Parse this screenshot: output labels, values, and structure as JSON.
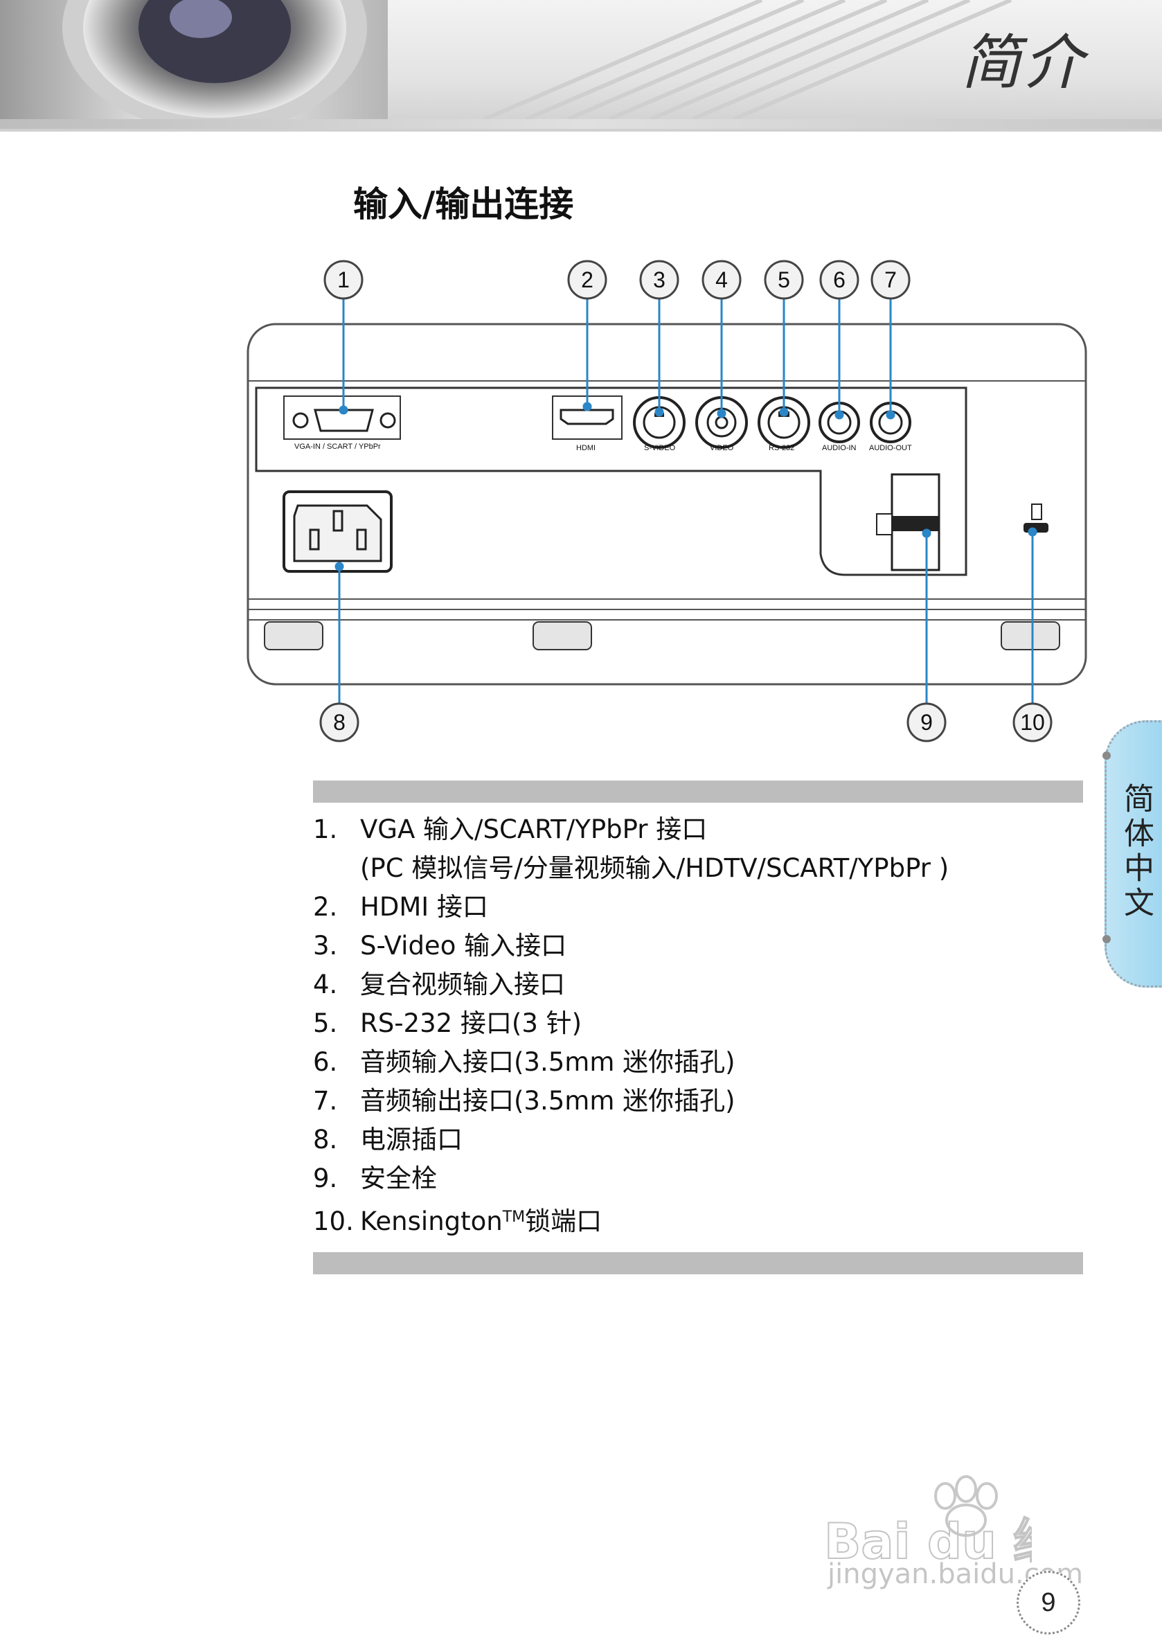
{
  "header": {
    "title": "简介"
  },
  "section": {
    "heading": "输入/输出连接"
  },
  "diagram": {
    "callouts": [
      "1",
      "2",
      "3",
      "4",
      "5",
      "6",
      "7",
      "8",
      "9",
      "10"
    ],
    "port_captions": {
      "vga": "VGA-IN / SCART / YPbPr",
      "hdmi": "HDMI",
      "svideo": "S-VIDEO",
      "video": "VIDEO",
      "rs232": "RS-232",
      "audio_in": "AUDIO-IN",
      "audio_out": "AUDIO-OUT"
    }
  },
  "legend": [
    {
      "num": "1.",
      "text": "VGA 输入/SCART/YPbPr 接口",
      "sub": "(PC 模拟信号/分量视频输入/HDTV/SCART/YPbPr )"
    },
    {
      "num": "2.",
      "text": "HDMI 接口"
    },
    {
      "num": "3.",
      "text": "S-Video 输入接口"
    },
    {
      "num": "4.",
      "text": "复合视频输入接口"
    },
    {
      "num": "5.",
      "text": "RS-232 接口(3 针)"
    },
    {
      "num": "6.",
      "text": "音频输入接口(3.5mm 迷你插孔)"
    },
    {
      "num": "7.",
      "text": "音频输出接口(3.5mm 迷你插孔)"
    },
    {
      "num": "8.",
      "text": "电源插口"
    },
    {
      "num": "9.",
      "text": "安全栓"
    },
    {
      "num": "10.",
      "text": "Kensington",
      "tm": "TM",
      "suffix": "锁端口"
    }
  ],
  "side_tab": {
    "label": "简体中文"
  },
  "watermark": {
    "brand": "Bai du 经验",
    "url": "jingyan.baidu.com"
  },
  "page_number": "9"
}
